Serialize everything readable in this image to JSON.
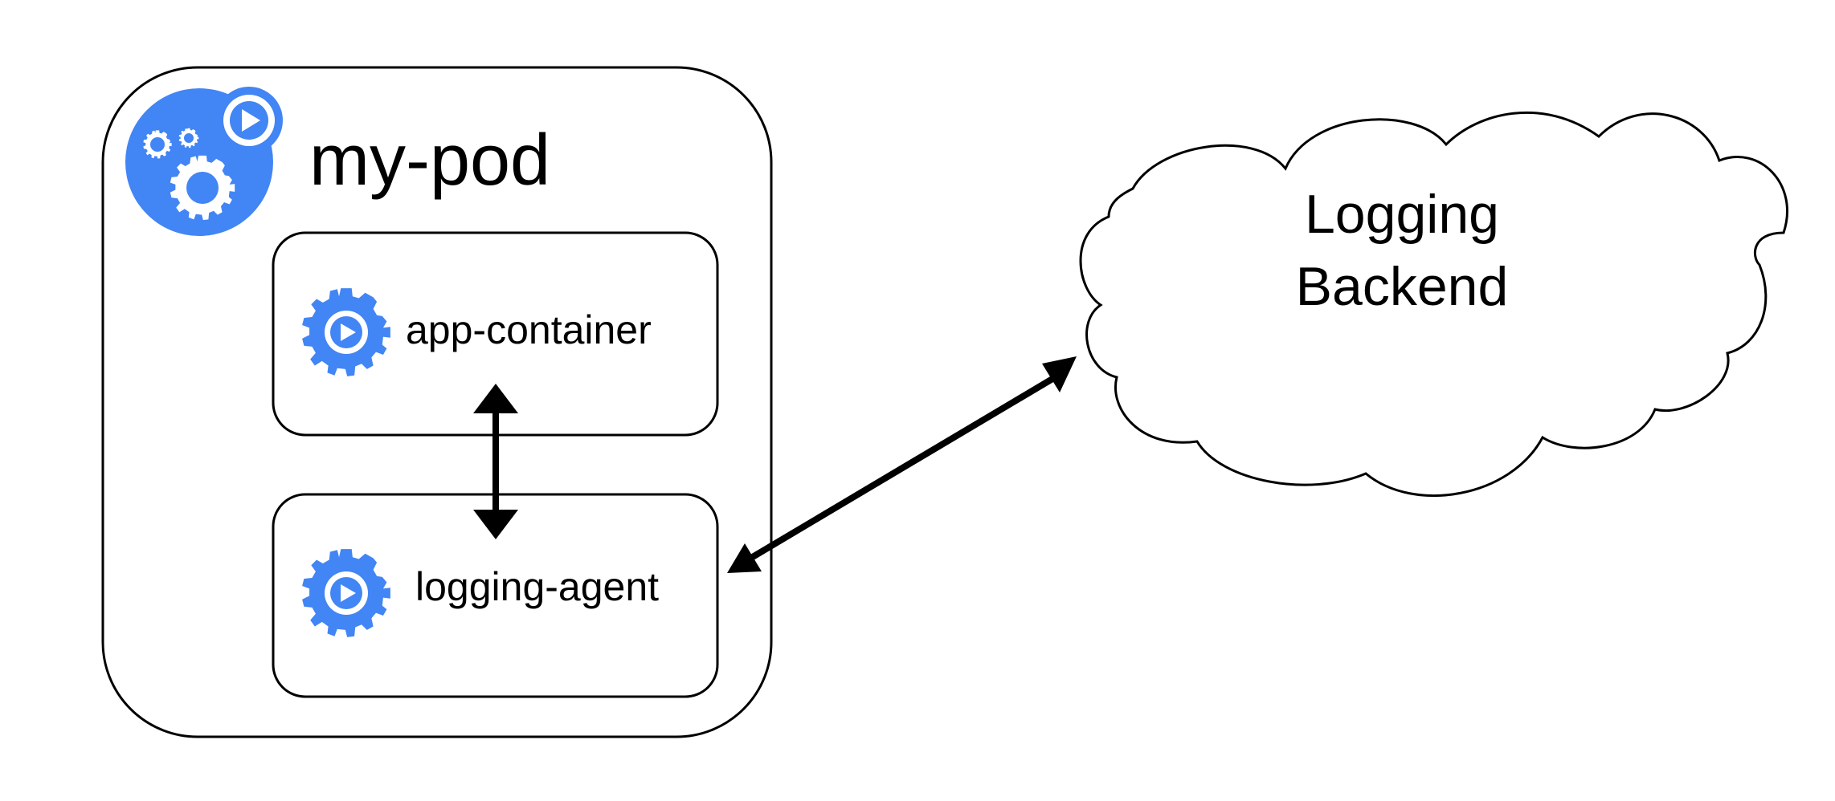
{
  "diagram": {
    "pod": {
      "title": "my-pod",
      "icon": "pod-gears-icon"
    },
    "containers": [
      {
        "label": "app-container",
        "icon": "container-gear-icon"
      },
      {
        "label": "logging-agent",
        "icon": "container-gear-icon"
      }
    ],
    "backend": {
      "label_line1": "Logging",
      "label_line2": "Backend",
      "shape": "cloud"
    },
    "connections": [
      {
        "from": "app-container",
        "to": "logging-agent",
        "direction": "bidirectional"
      },
      {
        "from": "logging-agent",
        "to": "Logging Backend",
        "direction": "bidirectional"
      }
    ]
  },
  "colors": {
    "accent": "#4285f4",
    "line": "#000000",
    "background": "#ffffff"
  }
}
